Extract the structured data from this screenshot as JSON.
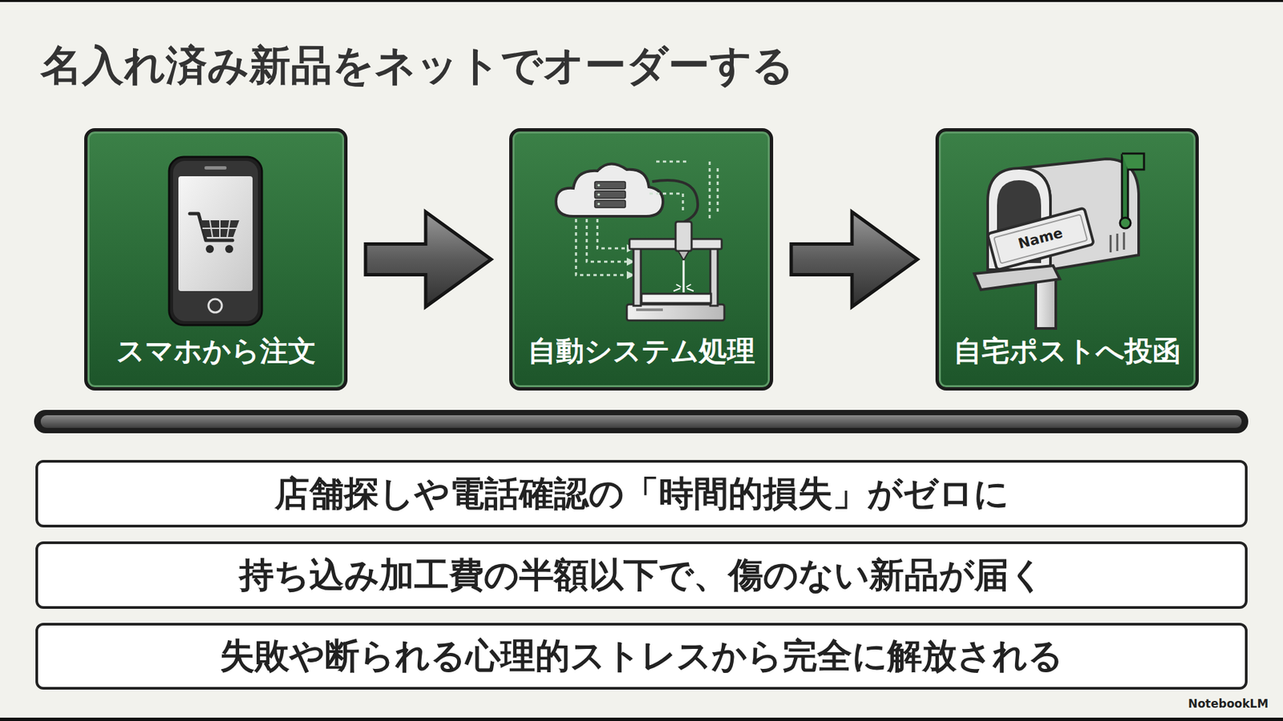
{
  "diagram": {
    "title": "名入れ済み新品をネットでオーダーする",
    "nodes": [
      {
        "text": [
          "スマホから注文"
        ]
      },
      {
        "text": [
          "自動システム処理"
        ]
      },
      {
        "text": [
          "自宅ポストへ投函"
        ]
      },
      {
        "text": [
          "店舗探しや電話確認の「時間的損失」がゼロに"
        ]
      },
      {
        "text": [
          "持ち込み加工費の半額以下で、傷のない新品が届く"
        ]
      },
      {
        "text": [
          "失敗や断られる心理的ストレスから完全に解放される"
        ]
      }
    ],
    "edges": [
      {
        "from": 0,
        "to": 1,
        "arrow": "to"
      },
      {
        "from": 1,
        "to": 2,
        "arrow": "to"
      }
    ],
    "labels": [
      "Name",
      "NotebookLM"
    ]
  }
}
